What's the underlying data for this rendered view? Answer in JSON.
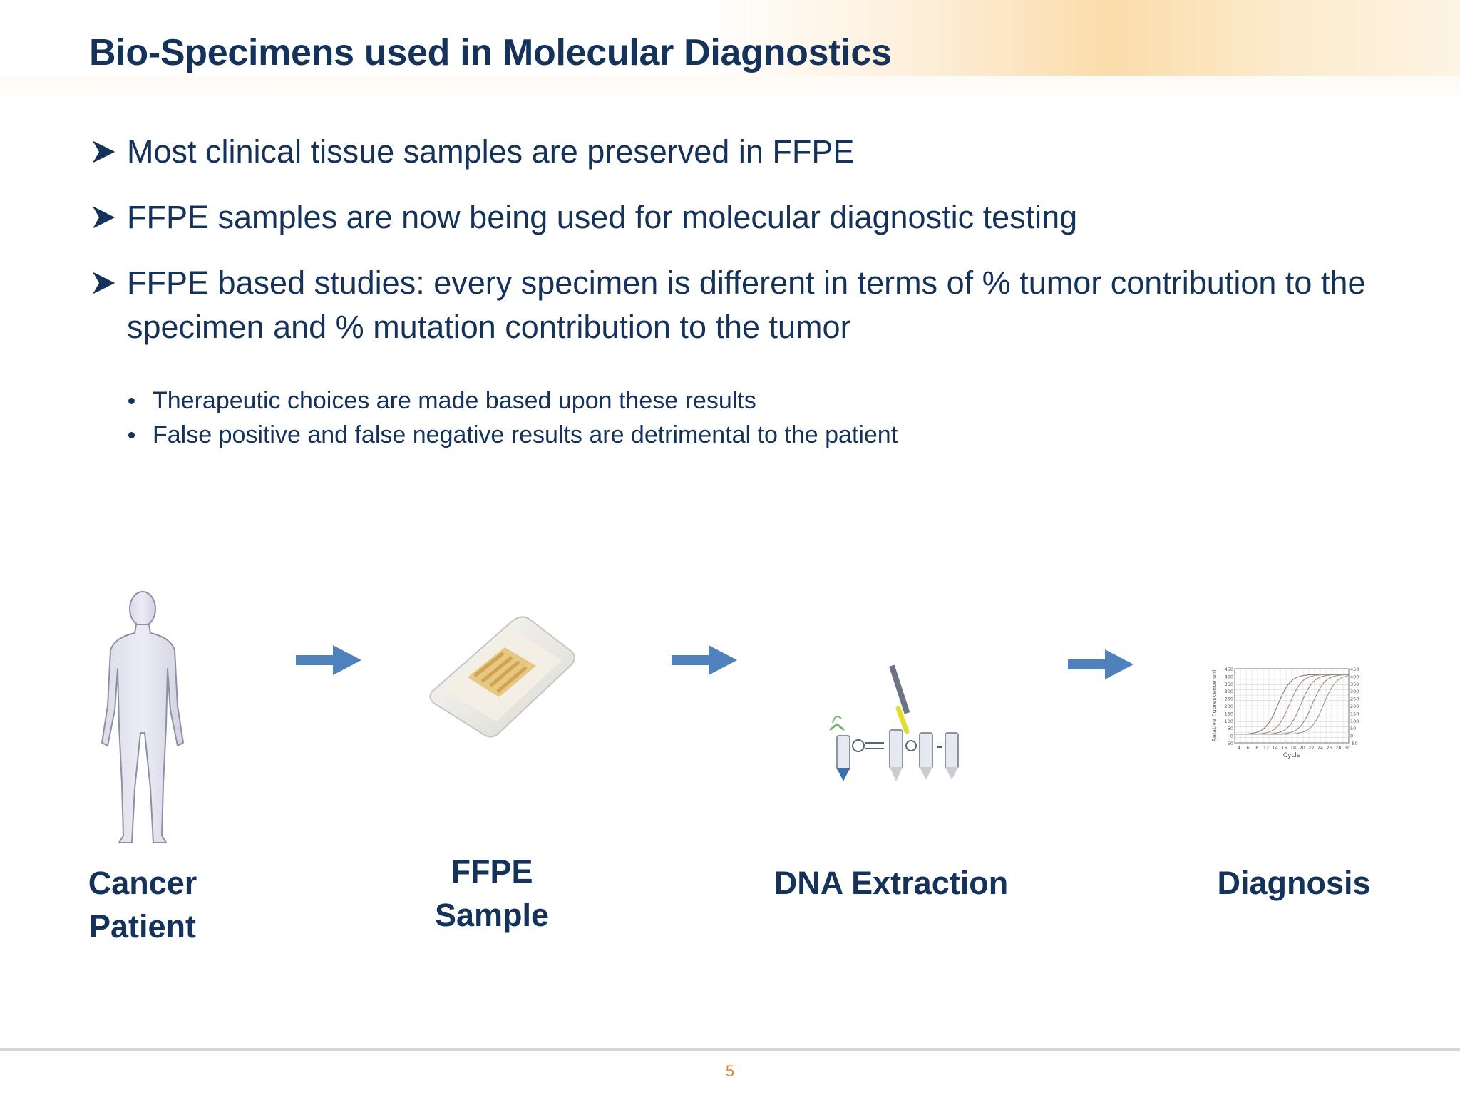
{
  "slide": {
    "title": "Bio-Specimens used in Molecular Diagnostics",
    "page_number": "5"
  },
  "bullets": [
    {
      "text": "Most clinical tissue samples are preserved in FFPE"
    },
    {
      "text": "FFPE samples are now being used for molecular diagnostic testing"
    },
    {
      "text": "FFPE based studies: every specimen is different in terms of % tumor contribution to the specimen and % mutation contribution to the tumor"
    }
  ],
  "sub_bullets": [
    {
      "text": "Therapeutic choices are made based upon these results"
    },
    {
      "text": "False positive and false negative results are detrimental to the patient"
    }
  ],
  "workflow": {
    "steps": [
      {
        "line1": "Cancer",
        "line2": "Patient",
        "icon": "human-silhouette-icon"
      },
      {
        "line1": "FFPE",
        "line2": "Sample",
        "icon": "tissue-cassette-icon"
      },
      {
        "line1": "DNA Extraction",
        "line2": "",
        "icon": "dna-extraction-tubes-icon"
      },
      {
        "line1": "Diagnosis",
        "line2": "",
        "icon": "qpcr-curve-plot-icon"
      }
    ],
    "pcr_plot": {
      "ylabel": "Relative fluorescence uni",
      "xlabel": "Cycle",
      "yticks": [
        "450",
        "400",
        "350",
        "300",
        "250",
        "200",
        "150",
        "100",
        "50",
        "0",
        "-50"
      ],
      "xticks": [
        "4",
        "6",
        "8",
        "12",
        "14",
        "16",
        "18",
        "20",
        "22",
        "24",
        "26",
        "28",
        "30"
      ]
    }
  },
  "colors": {
    "title_text": "#14325a",
    "arrow_blue": "#4f81bd",
    "page_number": "#d9892f",
    "footer_line": "#d6d6d6"
  }
}
